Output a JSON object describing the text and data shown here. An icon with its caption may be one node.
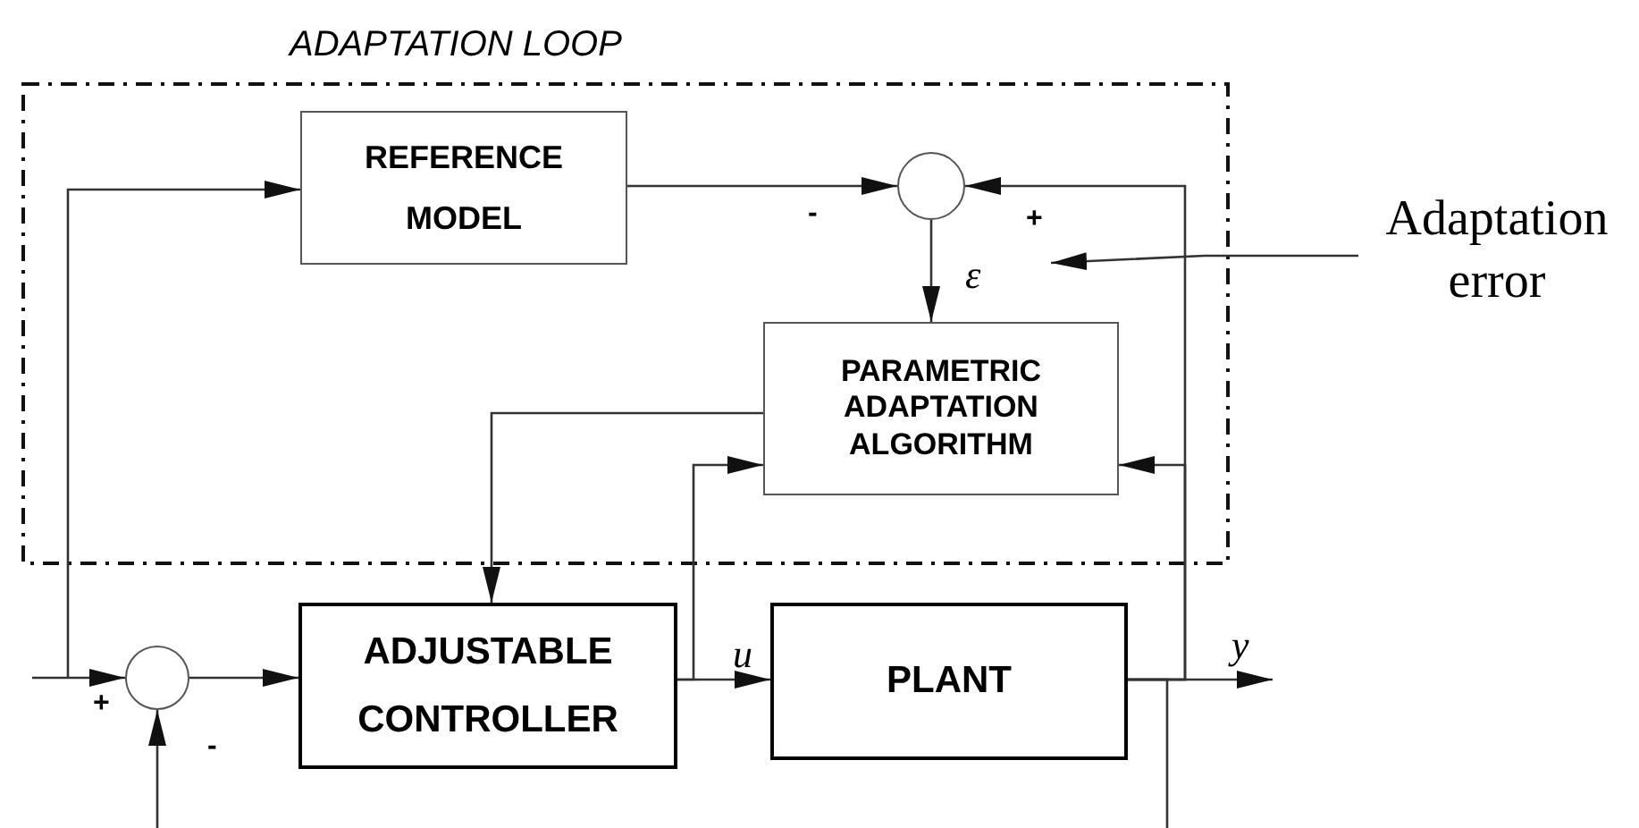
{
  "diagram": {
    "nodes": [
      {
        "text": [
          "ADAPTATION LOOP"
        ]
      },
      {
        "text": [
          "REFERENCE MODEL"
        ],
        "in": 0
      },
      {
        "text": [],
        "shape": "circle",
        "in": 0
      },
      {
        "text": [
          "PARAMETRIC ADAPTATION ALGORITHM"
        ],
        "in": 0
      },
      {
        "text": [
          "ADJUSTABLE CONTROLLER"
        ]
      },
      {
        "text": [
          "PLANT"
        ]
      },
      {
        "text": [],
        "shape": "circle"
      },
      {
        "text": [
          "Adaptation error"
        ]
      }
    ],
    "edges": [
      {
        "from": null,
        "to": 6,
        "arrow": "to"
      },
      {
        "from": null,
        "to": 1,
        "arrow": "to"
      },
      {
        "from": 1,
        "to": 2,
        "arrow": "to"
      },
      {
        "from": 5,
        "to": 2,
        "arrow": "to"
      },
      {
        "from": 5,
        "to": 3,
        "arrow": "to"
      },
      {
        "from": 2,
        "to": 3,
        "arrow": "to",
        "label": "ε"
      },
      {
        "from": 3,
        "to": 4,
        "arrow": "to"
      },
      {
        "from": 4,
        "to": 3,
        "arrow": "to"
      },
      {
        "from": 6,
        "to": 4,
        "arrow": "to"
      },
      {
        "from": 4,
        "to": 5,
        "arrow": "to",
        "label": "u"
      },
      {
        "from": 5,
        "to": null,
        "arrow": "to",
        "label": "y"
      },
      {
        "from": 5,
        "to": null,
        "arrow": "none"
      },
      {
        "from": null,
        "to": 6,
        "arrow": "to"
      },
      {
        "from": 7,
        "to": null,
        "arrow": "to"
      }
    ],
    "labels": [
      "-",
      "+",
      "+",
      "-"
    ]
  }
}
